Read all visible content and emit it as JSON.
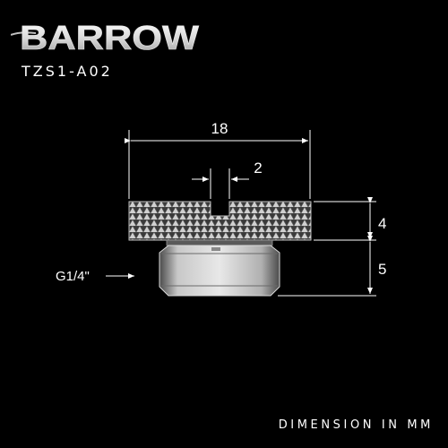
{
  "brand": {
    "logo_text": "BARROW",
    "model_code": "TZS1-A02"
  },
  "dimensions": {
    "overall_width": "18",
    "slot_width": "2",
    "head_height": "4",
    "thread_height": "5",
    "thread_label": "G1/4\""
  },
  "footer": {
    "units_label": "DIMENSION  IN  MM"
  },
  "colors": {
    "background": "#000000",
    "lines": "#ffffff",
    "metal_fill": "#c8c8c8",
    "metal_dark": "#6a6a6a"
  }
}
